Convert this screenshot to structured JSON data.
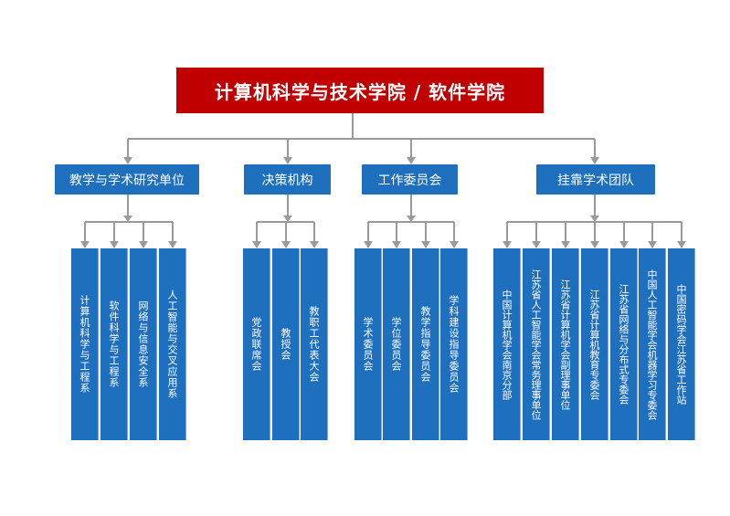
{
  "title": "计算机科学与技术学院 / 软件学院",
  "categories": [
    {
      "label": "教学与学术研究单位",
      "items": [
        "计算机科学与工程系",
        "软件科学与工程系",
        "网络与信息安全系",
        "人工智能与交叉应用系"
      ]
    },
    {
      "label": "决策机构",
      "items": [
        "党政联席会",
        "教授会",
        "教职工代表大会"
      ]
    },
    {
      "label": "工作委员会",
      "items": [
        "学术委员会",
        "学位委员会",
        "教学指导委员会",
        "学科建设指导委员会"
      ]
    },
    {
      "label": "挂靠学术团队",
      "items": [
        "中国计算机学会南京分部",
        "江苏省人工智能学会常务理事单位",
        "江苏省计算机学会副理事单位",
        "江苏省计算机教育专委会",
        "江苏省网络与分布式专委会",
        "中国人工智能学会机器学习专委会",
        "中国密码学会江苏省工作站"
      ]
    }
  ],
  "colors": {
    "title_bg": "#c00000",
    "box_bg": "#1f6fbf",
    "connector": "#9a9a9a"
  }
}
